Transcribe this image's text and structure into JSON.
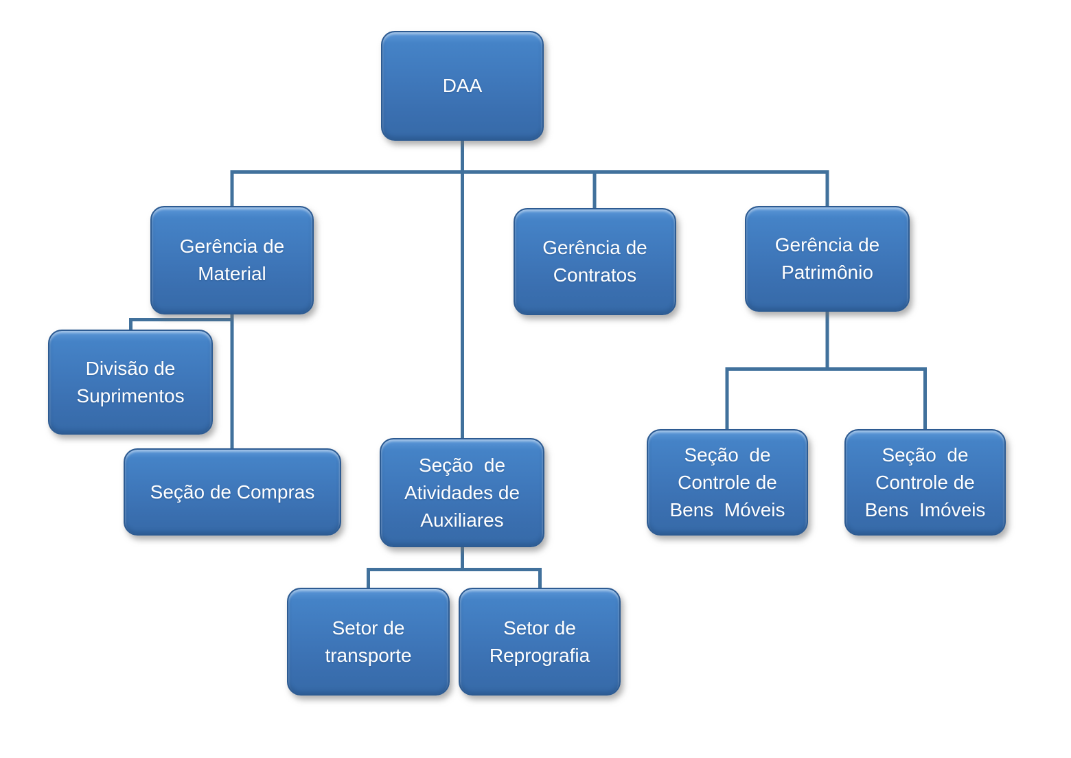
{
  "diagram": {
    "type": "org-chart",
    "language": "pt-BR",
    "colors": {
      "node_fill_top": "#5b97d8",
      "node_fill_bottom": "#366aa8",
      "node_border": "#2d5b92",
      "connector": "#41719c",
      "text": "#ffffff",
      "background": "#ffffff"
    },
    "nodes": [
      {
        "id": "daa",
        "label": "DAA",
        "parent": null
      },
      {
        "id": "material",
        "label": "Gerência de\nMaterial",
        "parent": "daa"
      },
      {
        "id": "contratos",
        "label": "Gerência de\nContratos",
        "parent": "daa"
      },
      {
        "id": "patrimonio",
        "label": "Gerência de\nPatrimônio",
        "parent": "daa"
      },
      {
        "id": "suprimentos",
        "label": "Divisão de\nSuprimentos",
        "parent": "material"
      },
      {
        "id": "compras",
        "label": "Seção de Compras",
        "parent": "material"
      },
      {
        "id": "atividades",
        "label": "Seção  de\nAtividades de\nAuxiliares",
        "parent": "daa"
      },
      {
        "id": "moveis",
        "label": "Seção  de\nControle de\nBens  Móveis",
        "parent": "patrimonio"
      },
      {
        "id": "imoveis",
        "label": "Seção  de\nControle de\nBens  Imóveis",
        "parent": "patrimonio"
      },
      {
        "id": "transporte",
        "label": "Setor de\ntransporte",
        "parent": "atividades"
      },
      {
        "id": "reprografia",
        "label": "Setor de\nReprografia",
        "parent": "atividades"
      }
    ]
  }
}
